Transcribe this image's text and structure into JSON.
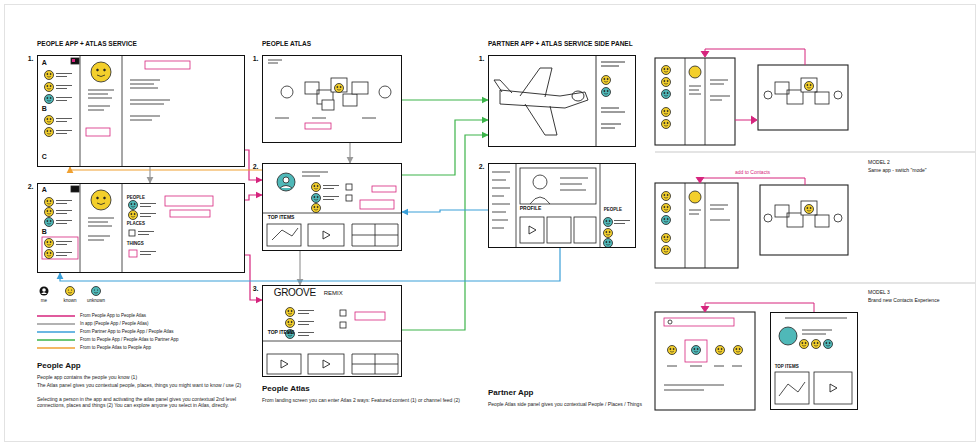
{
  "diagram": {
    "nodes": [
      {
        "text": [
          "1.",
          "A",
          "B",
          "C"
        ]
      },
      {
        "text": [
          "2.",
          "A",
          "B",
          "PEOPLE",
          "PLACES",
          "THINGS"
        ]
      },
      {
        "text": [
          "1."
        ]
      },
      {
        "text": [
          "2.",
          "TOP ITEMS"
        ]
      },
      {
        "text": [
          "3.",
          "GROOVE",
          "REMIX",
          "TOP ITEMS"
        ]
      },
      {
        "text": [
          "1."
        ]
      },
      {
        "text": [
          "2.",
          "PROFILE",
          "PEOPLE"
        ]
      },
      {
        "text": [
          "TOP ITEMS"
        ]
      }
    ],
    "edges": [
      {
        "from": 0,
        "to": 3,
        "arrow": "to"
      },
      {
        "from": 1,
        "to": 3,
        "arrow": "to"
      },
      {
        "from": 1,
        "to": 4,
        "arrow": "to"
      },
      {
        "from": 2,
        "to": 3,
        "arrow": "to"
      },
      {
        "from": 3,
        "to": 4,
        "arrow": "to"
      },
      {
        "from": 3,
        "to": 0,
        "arrow": "to"
      },
      {
        "from": 2,
        "to": 5,
        "arrow": "to"
      },
      {
        "from": 3,
        "to": 5,
        "arrow": "to"
      },
      {
        "from": 4,
        "to": 5,
        "arrow": "to"
      },
      {
        "from": 6,
        "to": 3,
        "arrow": "to"
      },
      {
        "from": 6,
        "to": 1,
        "arrow": "to"
      },
      {
        "from": 0,
        "to": 1,
        "arrow": "to"
      }
    ],
    "labels": [
      "PEOPLE APP + ATLAS SERVICE",
      "PEOPLE ATLAS",
      "PARTNER APP + ATLAS SERVICE SIDE PANEL",
      "MODEL 2",
      "Same app - switch \"mode\"",
      "add to Contacts",
      "MODEL 3",
      "Brand new Contacts Experience",
      "People App",
      "People app contains the people you know (1)",
      "The Atlas panel gives you contextual people, places, things you might want to know / use (2)",
      "Selecting a person in the app and activating the atlas panel gives you contextual 2nd level connections, places and things (2) You can explore anyone you select in Atlas, directly.",
      "People Atlas",
      "From landing screen you can enter Atlas 2 ways: Featured content (1) or channel feed (2)",
      "Partner App",
      "People Atlas side panel gives you contextual People / Places / Things"
    ],
    "legend": [
      {
        "text": "me"
      },
      {
        "text": "known"
      },
      {
        "text": "unknown"
      },
      {
        "text": "From People App to People Atlas"
      },
      {
        "text": "In app (People App / People Atlas)"
      },
      {
        "text": "From Partner App to People App / People Atlas"
      },
      {
        "text": "From to People App / People Atlas to Partner App"
      },
      {
        "text": "From to People Atlas to People App"
      }
    ]
  }
}
